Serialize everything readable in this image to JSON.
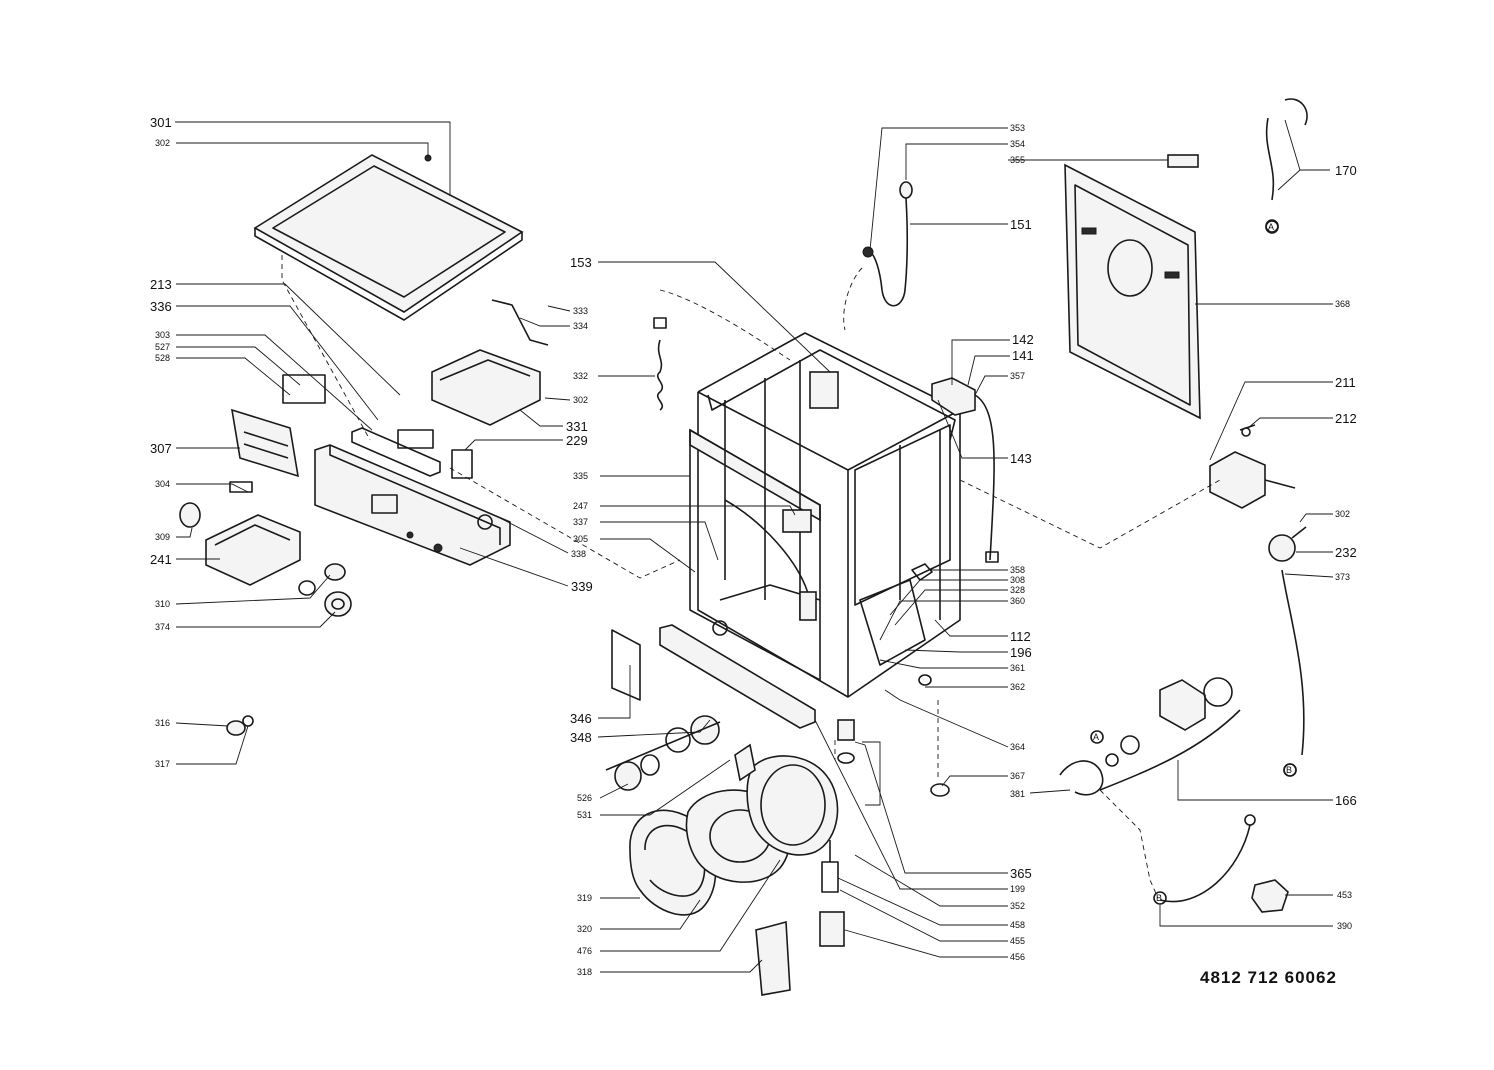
{
  "document_number": "4812 712 60062",
  "callout_labels": {
    "l301": "301",
    "l302a": "302",
    "l213": "213",
    "l336": "336",
    "l303": "303",
    "l527": "527",
    "l528": "528",
    "l307": "307",
    "l304": "304",
    "l309": "309",
    "l241": "241",
    "l310": "310",
    "l374": "374",
    "l316": "316",
    "l317": "317",
    "l333": "333",
    "l334": "334",
    "l332": "332",
    "l302b": "302",
    "l331": "331",
    "l229": "229",
    "l335": "335",
    "l247": "247",
    "l337": "337",
    "l305": "305",
    "l338": "338",
    "l339": "339",
    "l153": "153",
    "l353": "353",
    "l354": "354",
    "l355": "355",
    "l151": "151",
    "l170": "170",
    "l368": "368",
    "l142": "142",
    "l141": "141",
    "l357": "357",
    "l143": "143",
    "l211": "211",
    "l212": "212",
    "l302c": "302",
    "l232": "232",
    "l373": "373",
    "l358": "358",
    "l308": "308",
    "l328": "328",
    "l360": "360",
    "l112": "112",
    "l196": "196",
    "l361": "361",
    "l362": "362",
    "l364": "364",
    "l367": "367",
    "l381": "381",
    "l166": "166",
    "l346": "346",
    "l348": "348",
    "l526": "526",
    "l531": "531",
    "l319": "319",
    "l320": "320",
    "l476": "476",
    "l318": "318",
    "l365": "365",
    "l199": "199",
    "l352": "352",
    "l458": "458",
    "l455": "455",
    "l456": "456",
    "l453": "453",
    "l390": "390",
    "marker_a1": "A",
    "marker_a2": "A",
    "marker_b1": "B",
    "marker_b2": "B"
  }
}
